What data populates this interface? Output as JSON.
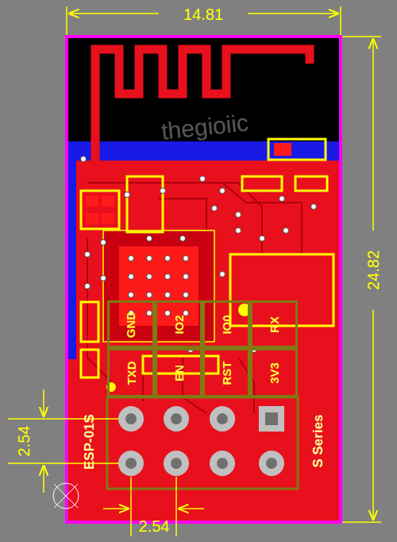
{
  "diagram": {
    "nodes": [
      {
        "text": [
          "GND"
        ]
      },
      {
        "text": [
          "IO2"
        ]
      },
      {
        "text": [
          "IO0"
        ]
      },
      {
        "text": [
          "RX"
        ]
      },
      {
        "text": [
          "TXD"
        ]
      },
      {
        "text": [
          "EN"
        ]
      },
      {
        "text": [
          "RST"
        ]
      },
      {
        "text": [
          "3V3"
        ]
      }
    ],
    "labels": [
      "14.81",
      "24.82",
      "2.54",
      "2.54",
      "ESP-01S",
      "S Series",
      "thegioiic"
    ]
  }
}
